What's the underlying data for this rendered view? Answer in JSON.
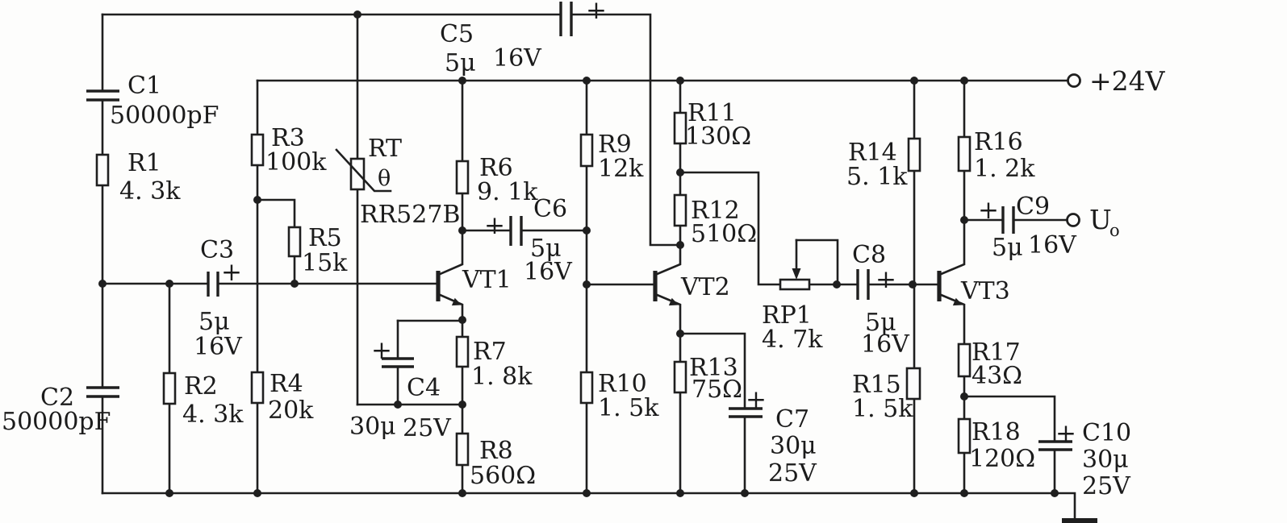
{
  "polarity": "+",
  "terminals": {
    "power": "+24V",
    "output": "U",
    "output_sub": "o"
  },
  "transistors": {
    "vt1": "VT1",
    "vt2": "VT2",
    "vt3": "VT3"
  },
  "thermistor": {
    "ref": "RT",
    "symbol": "θ",
    "part": "RR527B"
  },
  "potentiometer": {
    "ref": "RP1",
    "value": "4. 7k"
  },
  "resistors": {
    "r1": {
      "ref": "R1",
      "value": "4. 3k"
    },
    "r2": {
      "ref": "R2",
      "value": "4. 3k"
    },
    "r3": {
      "ref": "R3",
      "value": "100k"
    },
    "r4": {
      "ref": "R4",
      "value": "20k"
    },
    "r5": {
      "ref": "R5",
      "value": "15k"
    },
    "r6": {
      "ref": "R6",
      "value": "9. 1k"
    },
    "r7": {
      "ref": "R7",
      "value": "1. 8k"
    },
    "r8": {
      "ref": "R8",
      "value": "560Ω"
    },
    "r9": {
      "ref": "R9",
      "value": "12k"
    },
    "r10": {
      "ref": "R10",
      "value": "1. 5k"
    },
    "r11": {
      "ref": "R11",
      "value": "130Ω"
    },
    "r12": {
      "ref": "R12",
      "value": "510Ω"
    },
    "r13": {
      "ref": "R13",
      "value": "75Ω"
    },
    "r14": {
      "ref": "R14",
      "value": "5. 1k"
    },
    "r15": {
      "ref": "R15",
      "value": "1. 5k"
    },
    "r16": {
      "ref": "R16",
      "value": "1. 2k"
    },
    "r17": {
      "ref": "R17",
      "value": "43Ω"
    },
    "r18": {
      "ref": "R18",
      "value": "120Ω"
    }
  },
  "capacitors": {
    "c1": {
      "ref": "C1",
      "value": "50000pF"
    },
    "c2": {
      "ref": "C2",
      "value": "50000pF"
    },
    "c3": {
      "ref": "C3",
      "v1": "5μ",
      "v2": "16V"
    },
    "c4": {
      "ref": "C4",
      "v1": "30μ",
      "v2": "25V"
    },
    "c5": {
      "ref": "C5",
      "v1": "5μ",
      "v2": "16V"
    },
    "c6": {
      "ref": "C6",
      "v1": "5μ",
      "v2": "16V"
    },
    "c7": {
      "ref": "C7",
      "v1": "30μ",
      "v2": "25V"
    },
    "c8": {
      "ref": "C8",
      "v1": "5μ",
      "v2": "16V"
    },
    "c9": {
      "ref": "C9",
      "v1": "5μ",
      "v2": "16V"
    },
    "c10": {
      "ref": "C10",
      "v1": "30μ",
      "v2": "25V"
    }
  }
}
